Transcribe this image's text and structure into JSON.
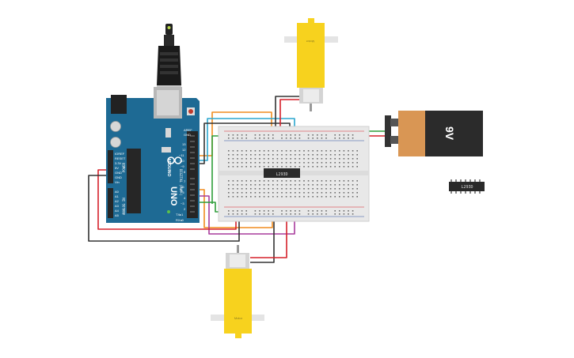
{
  "arduino": {
    "brand": "ARDUINO",
    "model": "UNO",
    "header_label": "DIGITAL (PWM~)",
    "analog_label": "ANALOG IN",
    "power_label": "POWER",
    "aref_label": "AREF",
    "gnd_label": "GND",
    "digital_pins": [
      "13",
      "12",
      "~11",
      "~10",
      "~9",
      "8",
      "7",
      "~6",
      "~5",
      "4",
      "~3",
      "2",
      "TX▸1",
      "RX◂0"
    ],
    "power_pins": [
      "IOREF",
      "RESET",
      "3.3V",
      "5V",
      "GND",
      "GND",
      "Vin"
    ],
    "analog_pins": [
      "A0",
      "A1",
      "A2",
      "A3",
      "A4",
      "A5"
    ]
  },
  "breadboard": {
    "chip_label": "L293D"
  },
  "battery": {
    "label": "9V"
  },
  "spare_ic": {
    "label": "L293D"
  },
  "motor_top": {
    "label": "Motor"
  },
  "motor_bottom": {
    "label": "Motor"
  },
  "colors": {
    "arduino": "#1e6a94",
    "wire_orange": "#f08c1e",
    "wire_red": "#d5202a",
    "wire_black": "#333333",
    "wire_green": "#2e9e3a",
    "wire_blue": "#2ba6cf",
    "wire_magenta": "#a93b9c",
    "motor_yellow": "#f7d21e",
    "battery_orange": "#d99654",
    "battery_dark": "#2b2b2b"
  }
}
